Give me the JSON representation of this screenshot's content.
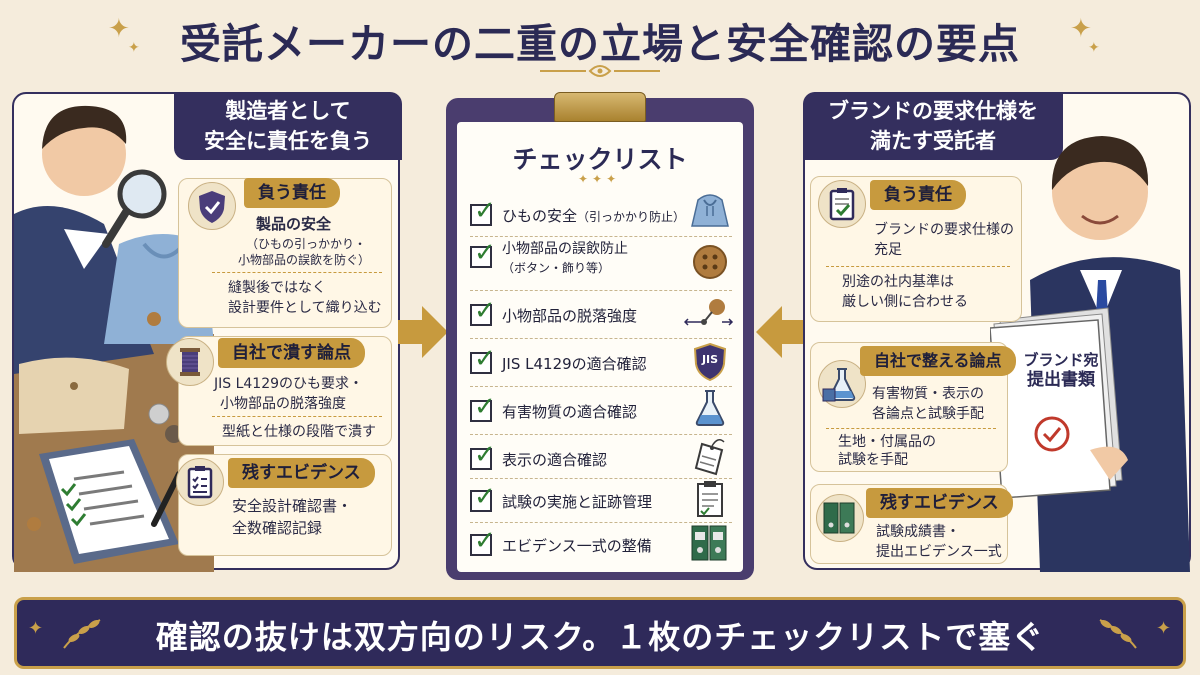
{
  "title": "受託メーカーの二重の立場と安全確認の要点",
  "left_panel": {
    "heading_line1": "製造者として",
    "heading_line2": "安全に責任を負う",
    "card1": {
      "tab": "負う責任",
      "line1": "製品の安全",
      "line2": "（ひもの引っかかり・",
      "line3": "小物部品の誤飲を防ぐ）",
      "line4": "縫製後ではなく",
      "line5": "設計要件として織り込む"
    },
    "card2": {
      "tab": "自社で潰す論点",
      "line1": "JIS L4129のひも要求・",
      "line2": "小物部品の脱落強度",
      "line3": "型紙と仕様の段階で潰す"
    },
    "card3": {
      "tab": "残すエビデンス",
      "line1": "安全設計確認書・",
      "line2": "全数確認記録"
    }
  },
  "checklist": {
    "title": "チェックリスト",
    "items": [
      {
        "label": "ひもの安全",
        "note": "（引っかかり防止）",
        "icon": "hoodie-icon"
      },
      {
        "label": "小物部品の誤飲防止",
        "note": "（ボタン・飾り等）",
        "icon": "button-icon"
      },
      {
        "label": "小物部品の脱落強度",
        "note": "",
        "icon": "pull-test-icon"
      },
      {
        "label": "JIS L4129の適合確認",
        "note": "",
        "icon": "jis-shield-icon",
        "badge": "JIS"
      },
      {
        "label": "有害物質の適合確認",
        "note": "",
        "icon": "flask-icon"
      },
      {
        "label": "表示の適合確認",
        "note": "",
        "icon": "tag-icon"
      },
      {
        "label": "試験の実施と証跡管理",
        "note": "",
        "icon": "document-icon"
      },
      {
        "label": "エビデンス一式の整備",
        "note": "",
        "icon": "binder-icon"
      }
    ]
  },
  "right_panel": {
    "heading_line1": "ブランドの要求仕様を",
    "heading_line2": "満たす受託者",
    "card1": {
      "tab": "負う責任",
      "line1": "ブランドの要求仕様の",
      "line2": "充足",
      "line3": "別途の社内基準は",
      "line4": "厳しい側に合わせる"
    },
    "card2": {
      "tab": "自社で整える論点",
      "line1": "有害物質・表示の",
      "line2": "各論点と試験手配",
      "line3": "生地・付属品の",
      "line4": "試験を手配"
    },
    "card3": {
      "tab": "残すエビデンス",
      "line1": "試験成績書・",
      "line2": "提出エビデンス一式"
    },
    "document_label_line1": "ブランド宛",
    "document_label_line2": "提出書類"
  },
  "banner": {
    "text": "確認の抜けは双方向のリスク。１枚のチェックリストで塞ぐ"
  },
  "colors": {
    "navy": "#2f2a5a",
    "gold": "#c9a04a",
    "check_green": "#2e7d32",
    "background": "#f5ecdc"
  }
}
